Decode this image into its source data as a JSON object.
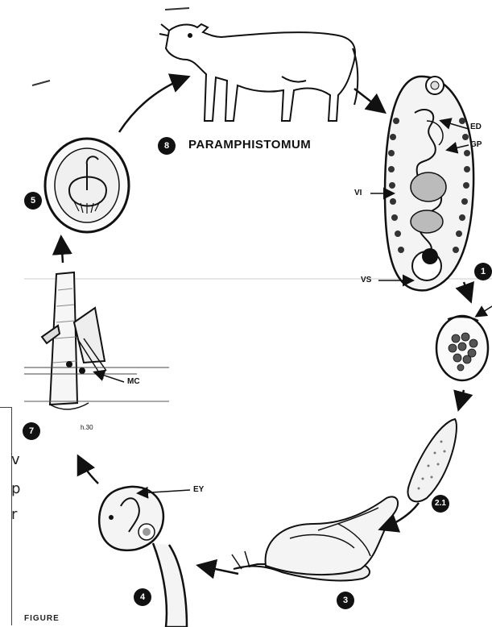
{
  "title": "PARAMPHISTOMUM",
  "labels": {
    "ed": "ED",
    "gp": "GP",
    "vi": "VI",
    "vs": "VS",
    "mc": "MC",
    "ey": "EY",
    "grass_note": "h.30"
  },
  "stages": {
    "adult_host": "8",
    "adult_fluke": "1",
    "miracidium": "2.1",
    "snail": "3",
    "redia": "4",
    "metacercaria_cyst": "5",
    "grass": "7"
  },
  "side_text": [
    "v",
    "p",
    "r"
  ],
  "caption": "FIGURE"
}
